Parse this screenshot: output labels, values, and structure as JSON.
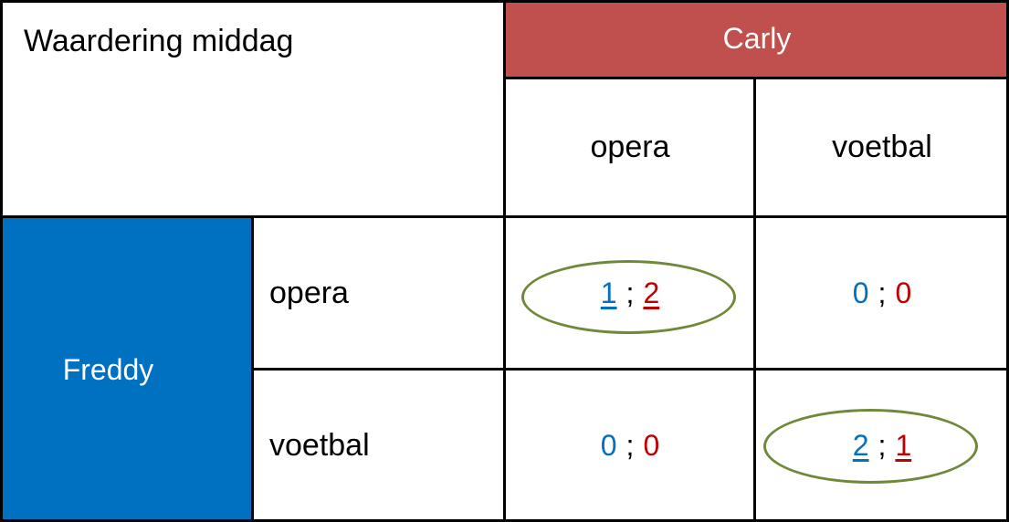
{
  "title": "Waardering middag",
  "column_player": "Carly",
  "row_player": "Freddy",
  "column_strategies": [
    "opera",
    "voetbal"
  ],
  "row_strategies": [
    "opera",
    "voetbal"
  ],
  "payoffs": [
    [
      {
        "freddy": "1",
        "sep": ";",
        "carly": "2",
        "equilibrium": true
      },
      {
        "freddy": "0",
        "sep": ";",
        "carly": "0",
        "equilibrium": false
      }
    ],
    [
      {
        "freddy": "0",
        "sep": ";",
        "carly": "0",
        "equilibrium": false
      },
      {
        "freddy": "2",
        "sep": ";",
        "carly": "1",
        "equilibrium": true
      }
    ]
  ],
  "colors": {
    "carly": "#c0504d",
    "freddy": "#0070c0",
    "carly_payoff": "#c00000",
    "equilibrium_ring": "#70883a"
  }
}
